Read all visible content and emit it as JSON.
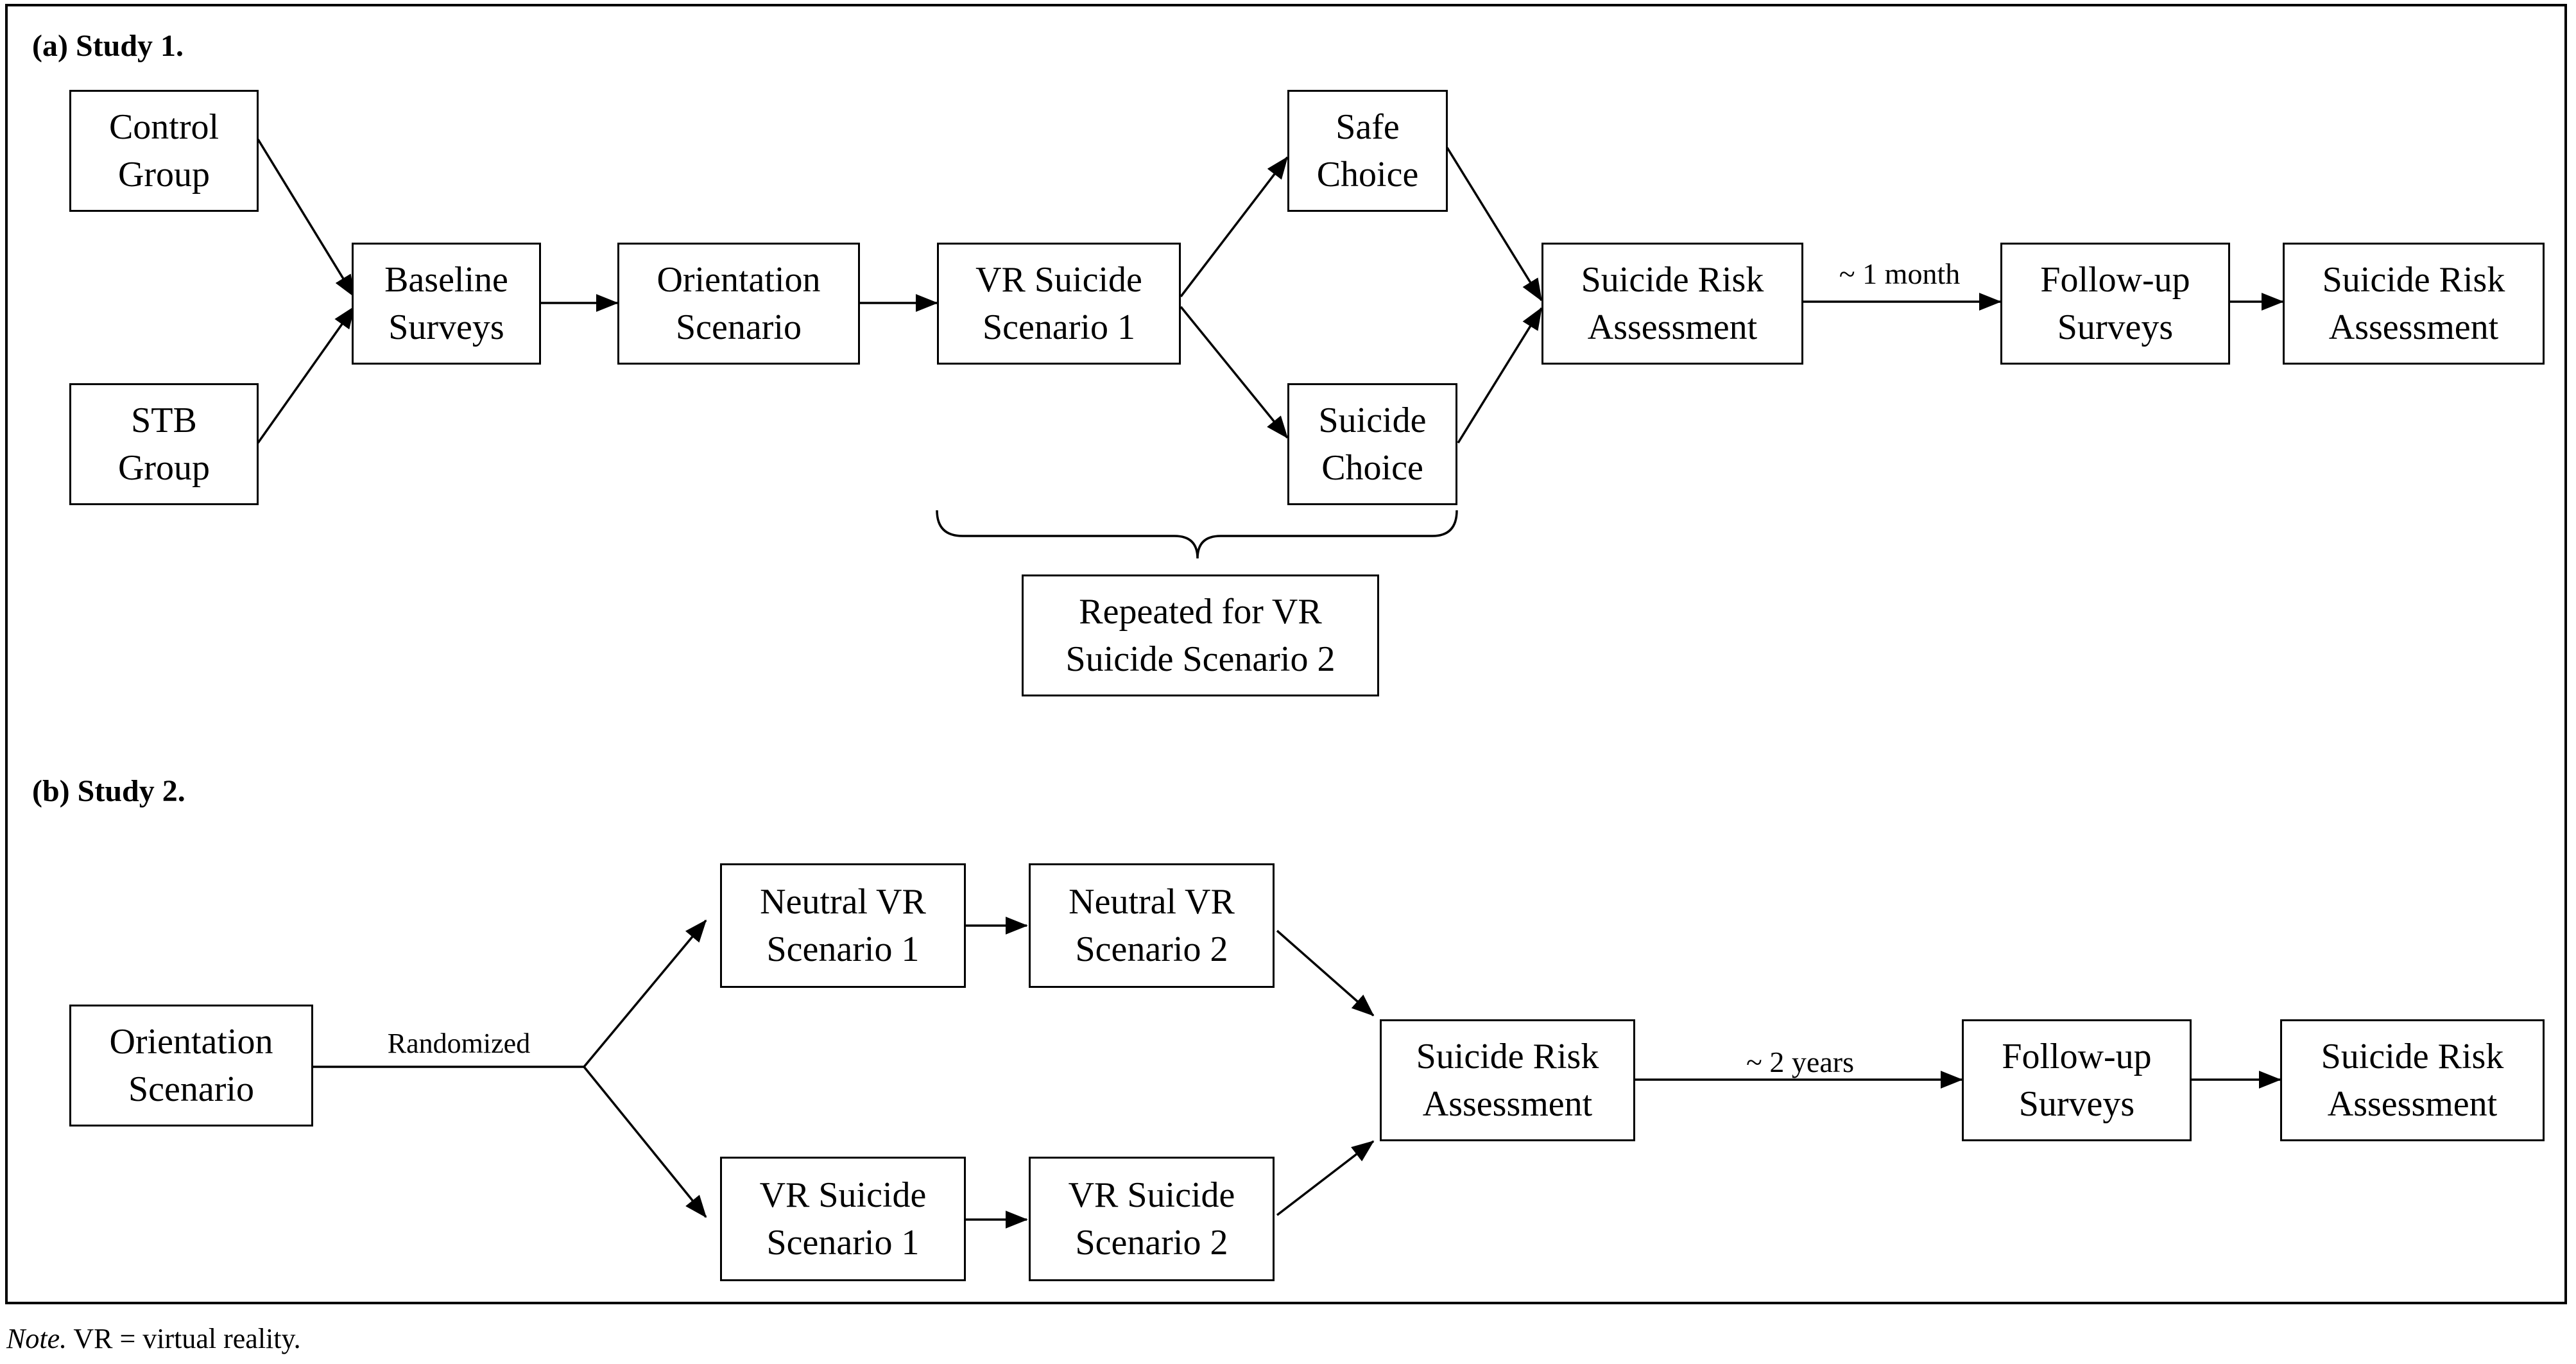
{
  "study1": {
    "title": "(a) Study 1.",
    "nodes": {
      "control_group": [
        "Control",
        "Group"
      ],
      "stb_group": [
        "STB",
        "Group"
      ],
      "baseline_surveys": [
        "Baseline",
        "Surveys"
      ],
      "orientation_scenario": [
        "Orientation",
        "Scenario"
      ],
      "vr_suicide_scenario_1": [
        "VR Suicide",
        "Scenario 1"
      ],
      "safe_choice": [
        "Safe",
        "Choice"
      ],
      "suicide_choice": [
        "Suicide",
        "Choice"
      ],
      "suicide_risk_assessment_1": [
        "Suicide Risk",
        "Assessment"
      ],
      "follow_up_surveys": [
        "Follow-up",
        "Surveys"
      ],
      "suicide_risk_assessment_2": [
        "Suicide Risk",
        "Assessment"
      ],
      "repeated_note": [
        "Repeated for VR",
        "Suicide Scenario 2"
      ]
    },
    "edge_labels": {
      "followup_interval": "~ 1 month"
    }
  },
  "study2": {
    "title": "(b) Study 2.",
    "nodes": {
      "orientation_scenario": [
        "Orientation",
        "Scenario"
      ],
      "neutral_vr_scenario_1": [
        "Neutral VR",
        "Scenario 1"
      ],
      "neutral_vr_scenario_2": [
        "Neutral VR",
        "Scenario 2"
      ],
      "vr_suicide_scenario_1": [
        "VR Suicide",
        "Scenario 1"
      ],
      "vr_suicide_scenario_2": [
        "VR Suicide",
        "Scenario 2"
      ],
      "suicide_risk_assessment_1": [
        "Suicide Risk",
        "Assessment"
      ],
      "follow_up_surveys": [
        "Follow-up",
        "Surveys"
      ],
      "suicide_risk_assessment_2": [
        "Suicide Risk",
        "Assessment"
      ]
    },
    "edge_labels": {
      "randomized": "Randomized",
      "followup_interval": "~ 2 years"
    }
  },
  "note": {
    "label": "Note.",
    "text": " VR = virtual reality."
  }
}
